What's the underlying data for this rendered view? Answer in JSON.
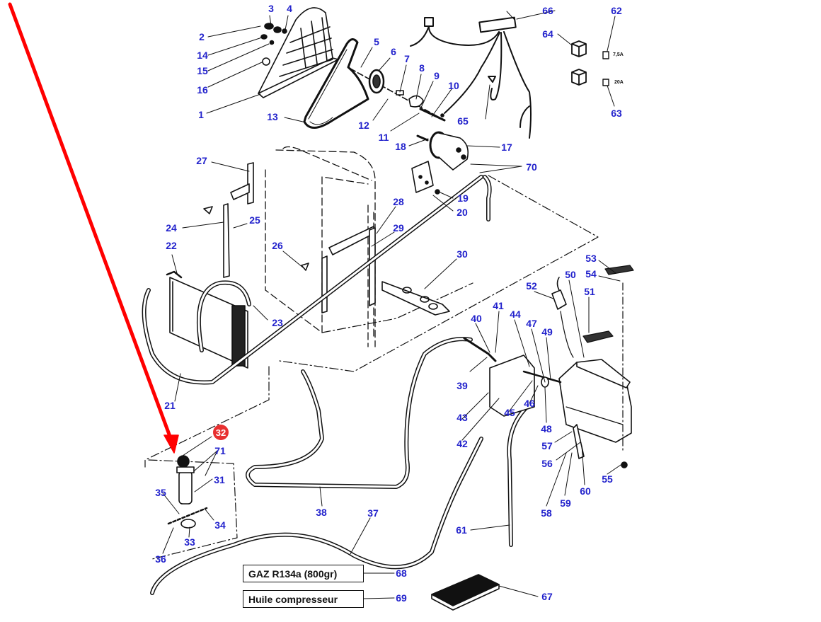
{
  "diagram": {
    "title": "Air conditioning system parts diagram",
    "highlight_color": "#e83030",
    "callout_color": "#2222cc",
    "arrow_color": "#ff0000",
    "highlighted_part": "32",
    "callouts": [
      {
        "id": "1",
        "label": "1"
      },
      {
        "id": "2",
        "label": "2"
      },
      {
        "id": "3",
        "label": "3"
      },
      {
        "id": "4",
        "label": "4"
      },
      {
        "id": "5",
        "label": "5"
      },
      {
        "id": "6",
        "label": "6"
      },
      {
        "id": "7",
        "label": "7"
      },
      {
        "id": "8",
        "label": "8"
      },
      {
        "id": "9",
        "label": "9"
      },
      {
        "id": "10",
        "label": "10"
      },
      {
        "id": "11",
        "label": "11"
      },
      {
        "id": "12",
        "label": "12"
      },
      {
        "id": "13",
        "label": "13"
      },
      {
        "id": "14",
        "label": "14"
      },
      {
        "id": "15",
        "label": "15"
      },
      {
        "id": "16",
        "label": "16"
      },
      {
        "id": "17",
        "label": "17"
      },
      {
        "id": "18",
        "label": "18"
      },
      {
        "id": "19",
        "label": "19"
      },
      {
        "id": "20",
        "label": "20"
      },
      {
        "id": "21",
        "label": "21"
      },
      {
        "id": "22",
        "label": "22"
      },
      {
        "id": "23",
        "label": "23"
      },
      {
        "id": "24",
        "label": "24"
      },
      {
        "id": "25",
        "label": "25"
      },
      {
        "id": "26",
        "label": "26"
      },
      {
        "id": "27",
        "label": "27"
      },
      {
        "id": "28",
        "label": "28"
      },
      {
        "id": "29",
        "label": "29"
      },
      {
        "id": "30",
        "label": "30"
      },
      {
        "id": "31",
        "label": "31"
      },
      {
        "id": "32",
        "label": "32"
      },
      {
        "id": "33",
        "label": "33"
      },
      {
        "id": "34",
        "label": "34"
      },
      {
        "id": "35",
        "label": "35"
      },
      {
        "id": "36",
        "label": "36"
      },
      {
        "id": "37",
        "label": "37"
      },
      {
        "id": "38",
        "label": "38"
      },
      {
        "id": "39",
        "label": "39"
      },
      {
        "id": "40",
        "label": "40"
      },
      {
        "id": "41",
        "label": "41"
      },
      {
        "id": "42",
        "label": "42"
      },
      {
        "id": "43",
        "label": "43"
      },
      {
        "id": "44",
        "label": "44"
      },
      {
        "id": "45",
        "label": "45"
      },
      {
        "id": "46",
        "label": "46"
      },
      {
        "id": "47",
        "label": "47"
      },
      {
        "id": "48",
        "label": "48"
      },
      {
        "id": "49",
        "label": "49"
      },
      {
        "id": "50",
        "label": "50"
      },
      {
        "id": "51",
        "label": "51"
      },
      {
        "id": "52",
        "label": "52"
      },
      {
        "id": "53",
        "label": "53"
      },
      {
        "id": "54",
        "label": "54"
      },
      {
        "id": "55",
        "label": "55"
      },
      {
        "id": "56",
        "label": "56"
      },
      {
        "id": "57",
        "label": "57"
      },
      {
        "id": "58",
        "label": "58"
      },
      {
        "id": "59",
        "label": "59"
      },
      {
        "id": "60",
        "label": "60"
      },
      {
        "id": "61",
        "label": "61"
      },
      {
        "id": "62",
        "label": "62"
      },
      {
        "id": "63",
        "label": "63"
      },
      {
        "id": "64",
        "label": "64"
      },
      {
        "id": "65",
        "label": "65"
      },
      {
        "id": "66",
        "label": "66"
      },
      {
        "id": "67",
        "label": "67"
      },
      {
        "id": "68",
        "label": "68"
      },
      {
        "id": "69",
        "label": "69"
      },
      {
        "id": "70",
        "label": "70"
      },
      {
        "id": "71",
        "label": "71"
      }
    ],
    "fuses": [
      {
        "part": "62",
        "rating": "7,5A"
      },
      {
        "part": "63",
        "rating": "20A"
      }
    ],
    "consumables": [
      {
        "part": "68",
        "label": "GAZ R134a (800gr)"
      },
      {
        "part": "69",
        "label": "Huile compresseur"
      }
    ]
  }
}
